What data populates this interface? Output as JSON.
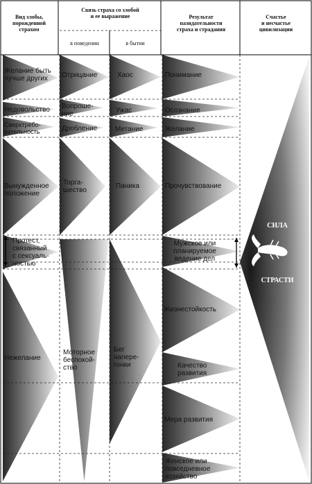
{
  "header": {
    "col1": "Вид злобы,\nпорожденной\nстрахом",
    "col2": "Связь страха со злобой\nи ее выражение",
    "col2a": "в поведении",
    "col2b": "в бытии",
    "col3": "Результат\nпазидательности\nстраха и страдания",
    "col4": "Счастье\nи несчастье\nцивилизации"
  },
  "col1_items": [
    "Желание быть\nлучше других",
    "Недовольство",
    "Сверхтребо-\nвательность",
    "Вынужденное\nположение",
    "Протест,\nсвязанный\nс сексуаль-\nностью",
    "Нежелание"
  ],
  "col2_items": [
    "Отрицание",
    "Вопроше-\nние",
    "Дробление",
    "Торга-\nшество",
    "Моторное\nбеспокой-\nство"
  ],
  "col3_items": [
    "Хаос",
    "Ужас",
    "Метание",
    "Паника",
    "Бег\nнапере-\nгонки"
  ],
  "col4_items": [
    "Понимание",
    "Осознание",
    "Желание",
    "Прочувствование",
    "Мужское или\nпланируемое\nведение дел",
    "Жизнестойкость",
    "Качество\nразвития",
    "Мера развития",
    "Женское или\nповседневное\nхозяйство"
  ],
  "col5": {
    "top": "СИЛА",
    "bottom": "СТРАСТИ",
    "icon": "crayfish-icon"
  }
}
